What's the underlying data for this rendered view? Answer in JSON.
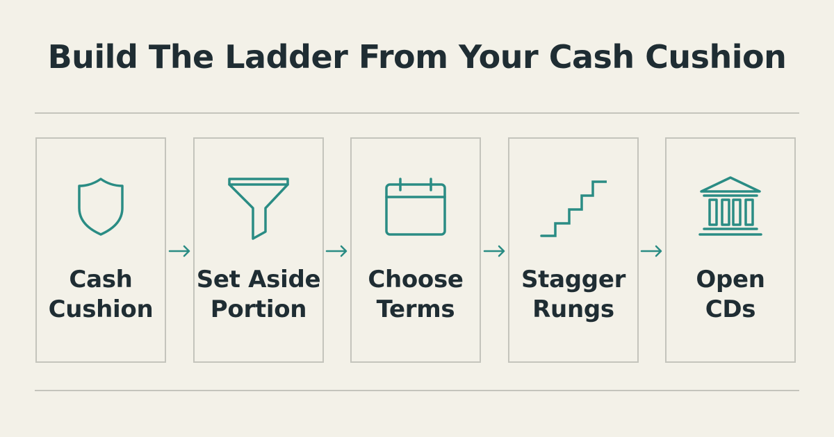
{
  "title": "Build The Ladder From Your Cash Cushion",
  "accent_color": "#2a8c84",
  "steps": [
    {
      "icon": "shield-icon",
      "line1": "Cash",
      "line2": "Cushion"
    },
    {
      "icon": "funnel-icon",
      "line1": "Set Aside",
      "line2": "Portion"
    },
    {
      "icon": "calendar-icon",
      "line1": "Choose",
      "line2": "Terms"
    },
    {
      "icon": "stairs-icon",
      "line1": "Stagger",
      "line2": "Rungs"
    },
    {
      "icon": "bank-icon",
      "line1": "Open",
      "line2": "CDs"
    }
  ]
}
